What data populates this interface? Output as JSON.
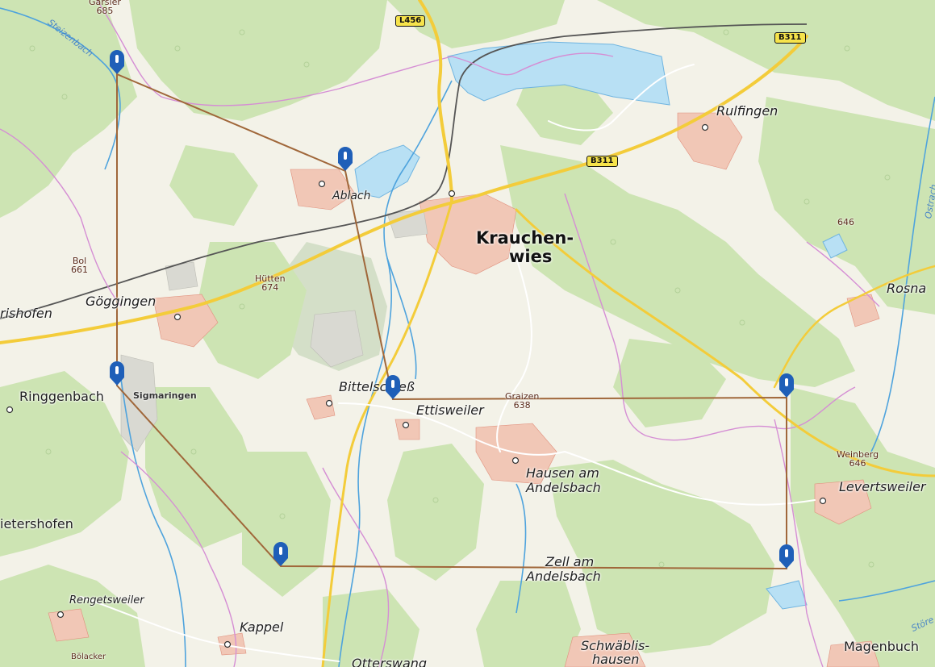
{
  "map": {
    "town_label_line1": "Krauchen-",
    "town_label_line2": "wies",
    "places": {
      "rulfingen": "Rulfingen",
      "ablach": "Ablach",
      "goeggingen": "Göggingen",
      "rishofen": "rishofen",
      "ringgenbach": "Ringgenbach",
      "bittelschiess": "Bittelschieß",
      "ettisweiler": "Ettisweiler",
      "hausen_1": "Hausen am",
      "hausen_2": "Andelsbach",
      "zell_1": "Zell am",
      "zell_2": "Andelsbach",
      "levertsweiler": "Levertsweiler",
      "rosna": "Rosna",
      "ietershofen": "ietershofen",
      "rengetsweiler": "Rengetsweiler",
      "kappel": "Kappel",
      "schwablis_1": "Schwäblis-",
      "schwablis_2": "hausen",
      "magenbuch": "Magenbuch",
      "otterswang": "Otterswang",
      "sigmaringen": "Sigmaringen",
      "bolacker": "Bölacker"
    },
    "peaks": {
      "garsler_name": "Garsler",
      "garsler_elev": "685",
      "bol_name": "Bol",
      "bol_elev": "661",
      "hutten_name": "Hütten",
      "hutten_elev": "674",
      "graizen_name": "Graizen",
      "graizen_elev": "638",
      "weinberg_name": "Weinberg",
      "weinberg_elev": "646",
      "unnamed_elev": "646"
    },
    "roads": {
      "l456": "L456",
      "b311_top": "B311",
      "b311_mid": "B311"
    },
    "water_labels": {
      "steizenbach": "Steizenbach",
      "ostrach": "Ostrach",
      "store": "Störe"
    },
    "colors": {
      "forest": "#cbe3b1",
      "meadow": "#f2f1e6",
      "lake": "#b8e0f4",
      "river": "#4ea3dd",
      "main_road": "#f3cc3a",
      "route_line": "#a0673a",
      "boundary": "#d58ed4",
      "marker": "#1f5fb8"
    },
    "markers": [
      {
        "id": "marker-1"
      },
      {
        "id": "marker-2"
      },
      {
        "id": "marker-3"
      },
      {
        "id": "marker-4"
      },
      {
        "id": "marker-5"
      },
      {
        "id": "marker-6"
      },
      {
        "id": "marker-7"
      }
    ]
  }
}
